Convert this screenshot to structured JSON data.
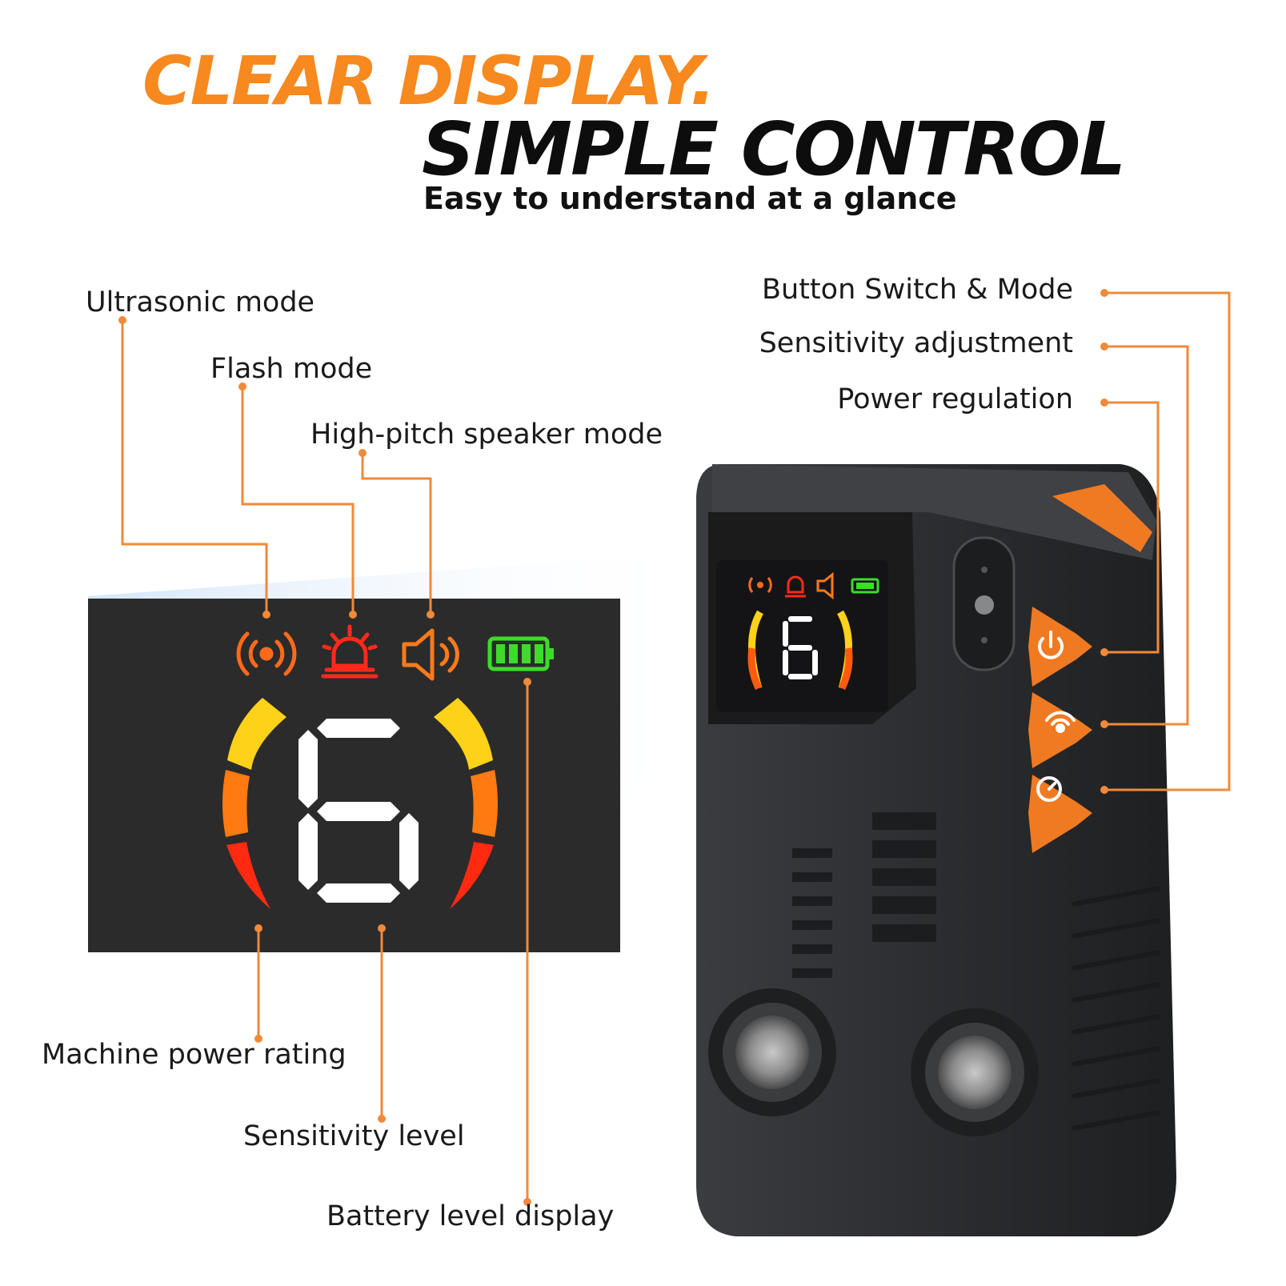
{
  "header": {
    "line1": "CLEAR DISPLAY.",
    "line2": "SIMPLE CONTROL",
    "subtitle": "Easy to understand at a glance"
  },
  "callouts": {
    "ultrasonic": "Ultrasonic mode",
    "flash": "Flash mode",
    "speaker": "High-pitch speaker mode",
    "power_rating": "Machine power rating",
    "sensitivity_level": "Sensitivity level",
    "battery": "Battery level display",
    "button_switch": "Button Switch & Mode",
    "sensitivity_adj": "Sensitivity adjustment",
    "power_reg": "Power regulation"
  },
  "display": {
    "digit": "6"
  },
  "colors": {
    "accent": "#f7891f",
    "leader_line": "#f08a3a",
    "screen_bg": "#2b2b2b",
    "battery_green": "#3ddc2b",
    "flash_red": "#ff2a1a",
    "device_body": "#2e3033"
  },
  "icons": [
    "ultrasonic-icon",
    "flash-icon",
    "speaker-icon",
    "battery-icon",
    "power-icon",
    "sensitivity-icon",
    "gauge-icon"
  ]
}
